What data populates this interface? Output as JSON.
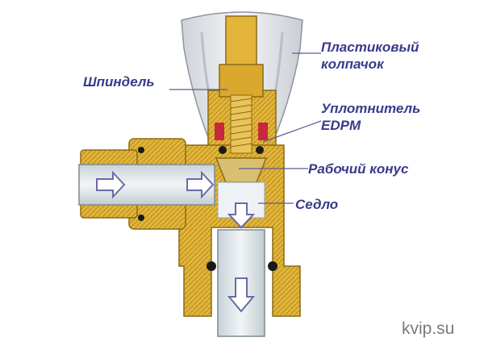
{
  "labels": {
    "plastic_cap_line1": "Пластиковый",
    "plastic_cap_line2": "колпачок",
    "spindle": "Шпиндель",
    "seal_line1": "Уплотнитель",
    "seal_line2": "EDPM",
    "working_cone": "Рабочий конус",
    "seat": "Седло"
  },
  "watermark": "kvip.su",
  "colors": {
    "label_text": "#3a3a8c",
    "leader_line": "#5a5a9a",
    "brass": "#e2b53a",
    "brass_dark": "#a8801a",
    "cap": "#e9ebee",
    "pipe": "#dfe6ea",
    "seal_red": "#c8283c",
    "oring": "#1a1a1a",
    "flow_arrow": "#6a6aa8"
  },
  "icons": [
    "flow-arrow-icon",
    "o-ring-icon"
  ]
}
